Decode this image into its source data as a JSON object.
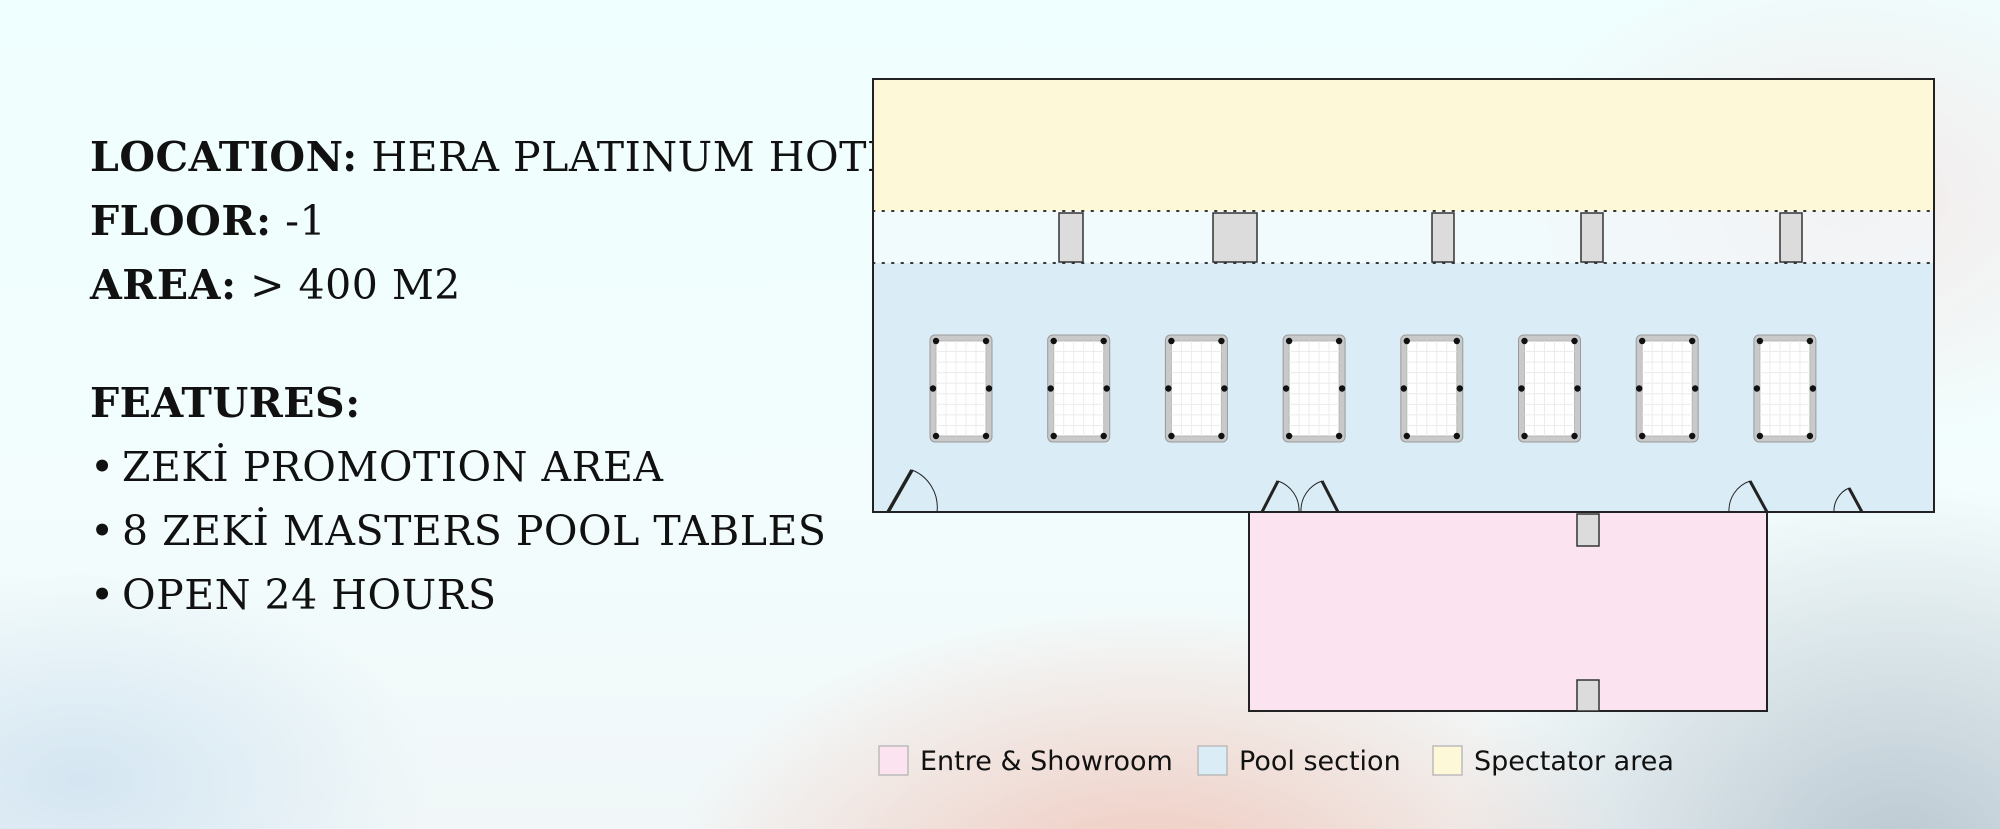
{
  "info": {
    "location_key": "LOCATION:",
    "location_value": "HERA PLATINUM HOTEL",
    "floor_key": "FLOOR:",
    "floor_value": "-1",
    "area_key": "AREA:",
    "area_value": "> 400 M2",
    "features_title": "FEATURES:",
    "features": [
      "ZEKİ PROMOTION AREA",
      "8 ZEKİ MASTERS POOL TABLES",
      "OPEN 24 HOURS"
    ]
  },
  "legend": [
    {
      "label": "Entre & Showroom",
      "color": "#fbe4f0"
    },
    {
      "label": "Pool section",
      "color": "#daedf7"
    },
    {
      "label": "Spectator area",
      "color": "#fdf8d8"
    }
  ],
  "zone_colors": {
    "spectator": "#fdf8d8",
    "pool": "#daedf7",
    "entrance": "#fbe4f0",
    "column": "#dcdcdc"
  },
  "pool_tables_count": 8
}
